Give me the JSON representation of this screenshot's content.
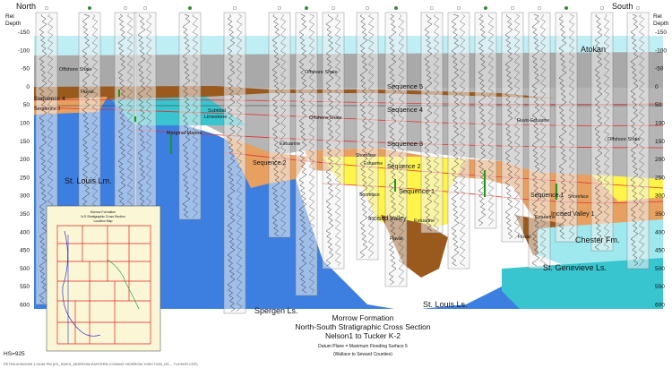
{
  "header": {
    "north": "North",
    "south": "South",
    "depth_label_left": "Rel\nDepth",
    "depth_label_right": "Rel\nDepth"
  },
  "depth_axis": {
    "ticks": [
      "-150",
      "-100",
      "-50",
      "0",
      "50",
      "100",
      "150",
      "200",
      "250",
      "300",
      "350",
      "400",
      "450",
      "500",
      "550",
      "600"
    ]
  },
  "units": {
    "atokan": "Atokan",
    "offshore_shale_1": "Offshore Shale",
    "offshore_shale_2": "Offshore Shale",
    "offshore_shale_3": "Offshore Shale",
    "offshore_shale_4": "Offshore Shale",
    "sequence_5": "Sequence 5",
    "sequence_4": "Sequence 4",
    "sequence_4_left": "Sequence 4",
    "sequence_3": "Sequence 3",
    "sequence_3_left": "Sequence 3",
    "sequence_2": "Sequence 2",
    "sequence_2b": "Sequence 2",
    "sequence_1": "Sequence 1",
    "sequence_1b": "Sequence 1",
    "fluvial_1": "Fluvial",
    "fluvial_2": "Fluvial",
    "fluvial_3": "Fluvial",
    "subtidal_limestone": "Subtidal\nLimestone",
    "marginal_marine": "Marginal Marine",
    "estuarine_1": "Estuarine",
    "estuarine_2": "Estuarine",
    "estuarine_3": "Estuarine",
    "estuarine_4": "Estuarine",
    "shoreface_1": "Shoreface",
    "shoreface_2": "Shoreface",
    "shoreface_3": "Shoreface",
    "fluvio_estuarine": "Fluvio-Estuarine",
    "incised_valley": "Incised Valley",
    "incised_valley_1": "Incised Valley 1",
    "st_louis_lm": "St. Louis Lm.",
    "st_louis_ls": "St. Louis Ls.",
    "spergen_ls": "Spergen Ls.",
    "chester_fm": "Chester Fm.",
    "st_genevieve_ls": "St. Genevieve Ls."
  },
  "title": {
    "line1": "Morrow Formation",
    "line2": "North-South Stratigraphic Cross Section",
    "line3": "Nelson1 to Tucker K-2",
    "datum": "Datum Plane = Maximum Flooding Surface 5",
    "note": "(Wallace to Seward Counties)"
  },
  "inset_map": {
    "title1": "Morrow Formation",
    "title2": "N-S Stratigraphic Cross Section",
    "title3": "Location Map"
  },
  "footer": {
    "hs": "HS=925",
    "path": "PETRA 6/30/2009 1:34:56 PM (KS_SWKS_MORROW.EASTERN.CONWAY MORROW XSECTION_NS -- TUCKER.CSP)"
  },
  "colors": {
    "sky": "#bfeef5",
    "shale": "#a9a9a9",
    "fluvial_brown": "#9a5a1e",
    "orange": "#e8a060",
    "yellow": "#fff44a",
    "limestone_blue": "#3d7fe0",
    "cyan": "#39c5cf",
    "light_cyan": "#9ee8ee",
    "sequence_red": "#e03030"
  }
}
